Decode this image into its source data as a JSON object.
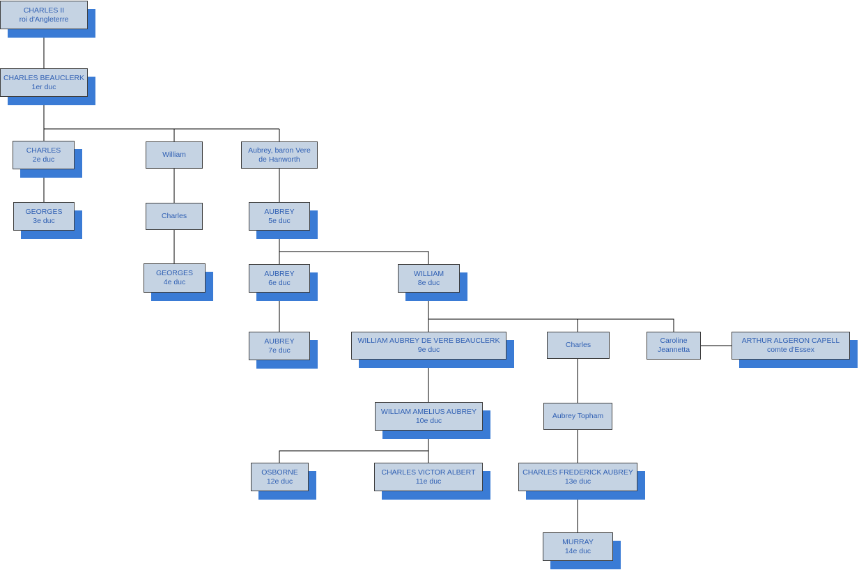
{
  "colors": {
    "box_fill": "#c5d3e3",
    "shadow": "#3a7bd5",
    "text": "#2f5fb3",
    "line": "#000000"
  },
  "nodes": [
    {
      "id": "charles2",
      "line1": "CHARLES II",
      "line2": "roi d'Angleterre"
    },
    {
      "id": "charles-beauclerk",
      "line1": "CHARLES BEAUCLERK",
      "line2": "1er duc"
    },
    {
      "id": "charles-2e",
      "line1": "CHARLES",
      "line2": "2e duc"
    },
    {
      "id": "william-a",
      "line1": "William",
      "line2": ""
    },
    {
      "id": "aubrey-baron",
      "line1": "Aubrey, baron Vere",
      "line2": "de Hanworth"
    },
    {
      "id": "georges-3e",
      "line1": "GEORGES",
      "line2": "3e duc"
    },
    {
      "id": "charles-b",
      "line1": "Charles",
      "line2": ""
    },
    {
      "id": "aubrey-5e",
      "line1": "AUBREY",
      "line2": "5e duc"
    },
    {
      "id": "georges-4e",
      "line1": "GEORGES",
      "line2": "4e duc"
    },
    {
      "id": "aubrey-6e",
      "line1": "AUBREY",
      "line2": "6e duc"
    },
    {
      "id": "william-8e",
      "line1": "WILLIAM",
      "line2": "8e duc"
    },
    {
      "id": "aubrey-7e",
      "line1": "AUBREY",
      "line2": "7e duc"
    },
    {
      "id": "william-9e",
      "line1": "WILLIAM AUBREY DE VERE BEAUCLERK",
      "line2": "9e duc"
    },
    {
      "id": "charles-c",
      "line1": "Charles",
      "line2": ""
    },
    {
      "id": "caroline",
      "line1": "Caroline",
      "line2": "Jeannetta"
    },
    {
      "id": "arthur",
      "line1": "ARTHUR ALGERON CAPELL",
      "line2": "comte d'Essex"
    },
    {
      "id": "william-10e",
      "line1": "WILLIAM AMELIUS AUBREY",
      "line2": "10e duc"
    },
    {
      "id": "aubrey-topham",
      "line1": "Aubrey Topham",
      "line2": ""
    },
    {
      "id": "osborne-12e",
      "line1": "OSBORNE",
      "line2": "12e duc"
    },
    {
      "id": "charles-11e",
      "line1": "CHARLES VICTOR ALBERT",
      "line2": "11e duc"
    },
    {
      "id": "charles-13e",
      "line1": "CHARLES FREDERICK AUBREY",
      "line2": "13e duc"
    },
    {
      "id": "murray-14e",
      "line1": "MURRAY",
      "line2": "14e duc"
    }
  ]
}
